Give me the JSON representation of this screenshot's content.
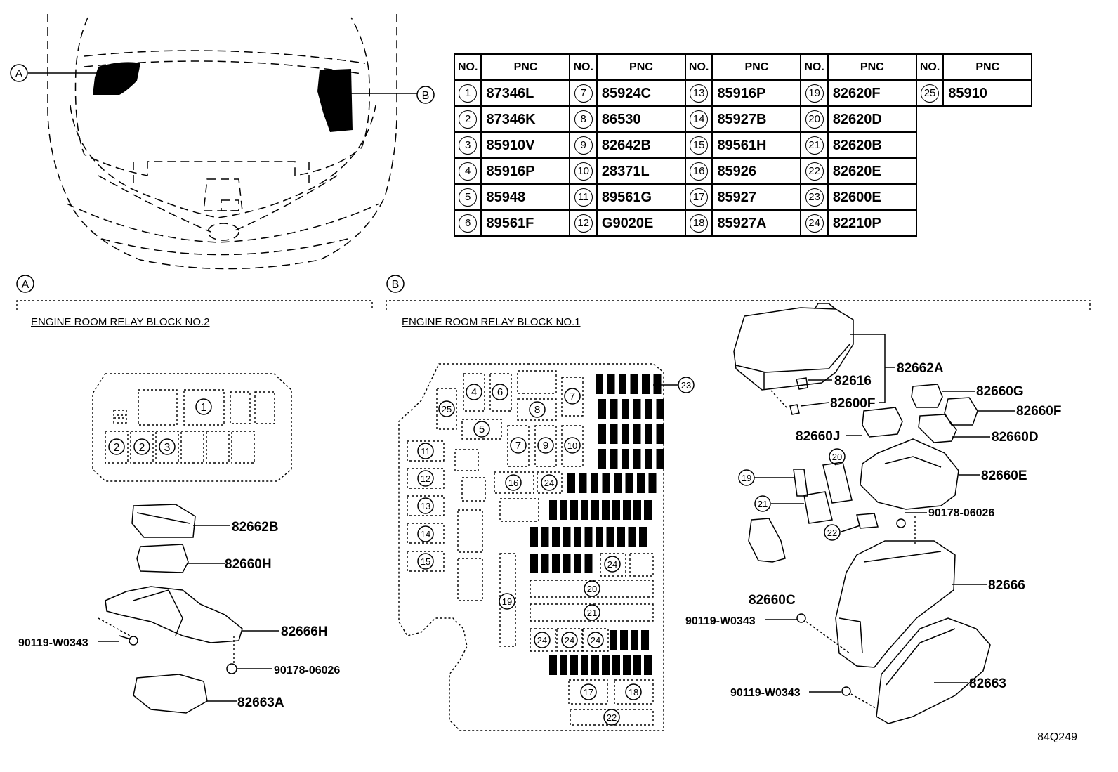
{
  "table": {
    "header_no": "NO.",
    "header_pnc": "PNC",
    "rows": [
      [
        {
          "no": "1",
          "pnc": "87346L"
        },
        {
          "no": "7",
          "pnc": "85924C"
        },
        {
          "no": "13",
          "pnc": "85916P"
        },
        {
          "no": "19",
          "pnc": "82620F"
        },
        {
          "no": "25",
          "pnc": "85910"
        }
      ],
      [
        {
          "no": "2",
          "pnc": "87346K"
        },
        {
          "no": "8",
          "pnc": "86530"
        },
        {
          "no": "14",
          "pnc": "85927B"
        },
        {
          "no": "20",
          "pnc": "82620D"
        }
      ],
      [
        {
          "no": "3",
          "pnc": "85910V"
        },
        {
          "no": "9",
          "pnc": "82642B"
        },
        {
          "no": "15",
          "pnc": "89561H"
        },
        {
          "no": "21",
          "pnc": "82620B"
        }
      ],
      [
        {
          "no": "4",
          "pnc": "85916P"
        },
        {
          "no": "10",
          "pnc": "28371L"
        },
        {
          "no": "16",
          "pnc": "85926"
        },
        {
          "no": "22",
          "pnc": "82620E"
        }
      ],
      [
        {
          "no": "5",
          "pnc": "85948"
        },
        {
          "no": "11",
          "pnc": "89561G"
        },
        {
          "no": "17",
          "pnc": "85927"
        },
        {
          "no": "23",
          "pnc": "82600E"
        }
      ],
      [
        {
          "no": "6",
          "pnc": "89561F"
        },
        {
          "no": "12",
          "pnc": "G9020E"
        },
        {
          "no": "18",
          "pnc": "85927A"
        },
        {
          "no": "24",
          "pnc": "82210P"
        }
      ]
    ]
  },
  "sections": {
    "a_marker": "A",
    "b_marker": "B",
    "a_title": "ENGINE ROOM RELAY BLOCK NO.2",
    "b_title": "ENGINE ROOM RELAY BLOCK NO.1"
  },
  "parts_a": {
    "p1": "82662B",
    "p2": "82660H",
    "p3": "82666H",
    "p4": "90119-W0343",
    "p5": "90178-06026",
    "p6": "82663A"
  },
  "parts_b": {
    "p1": "82616",
    "p2": "82662A",
    "p3": "82600F",
    "p4": "82660G",
    "p5": "82660F",
    "p6": "82660J",
    "p7": "82660D",
    "p8": "82660E",
    "p9": "90178-06026",
    "p10": "82666",
    "p11": "82660C",
    "p12": "90119-W0343",
    "p13": "90119-W0343",
    "p14": "82663"
  },
  "diagram_code": "84Q249"
}
